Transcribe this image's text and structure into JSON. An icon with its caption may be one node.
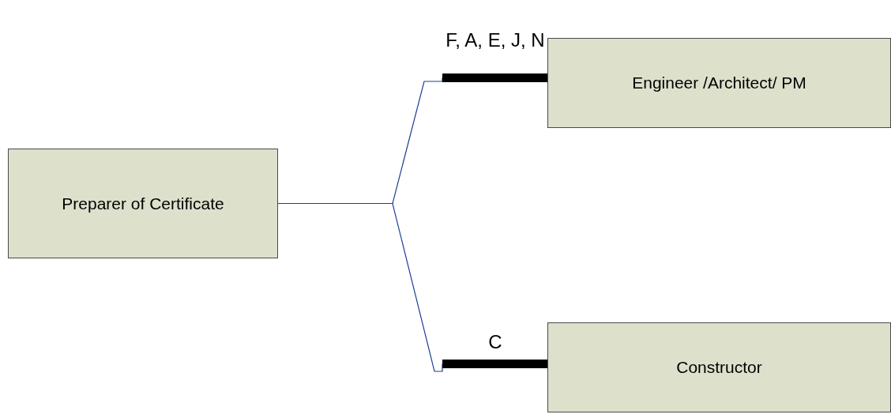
{
  "diagram": {
    "nodes": [
      {
        "text": [
          "Preparer of Certificate"
        ]
      },
      {
        "text": [
          "Engineer /Architect/ PM"
        ]
      },
      {
        "text": [
          "Constructor"
        ]
      }
    ],
    "edges": [
      {
        "from": 0,
        "to": 1,
        "arrow": "none",
        "label": "F, A, E, J, N"
      },
      {
        "from": 0,
        "to": 2,
        "arrow": "none",
        "label": "C"
      }
    ]
  }
}
